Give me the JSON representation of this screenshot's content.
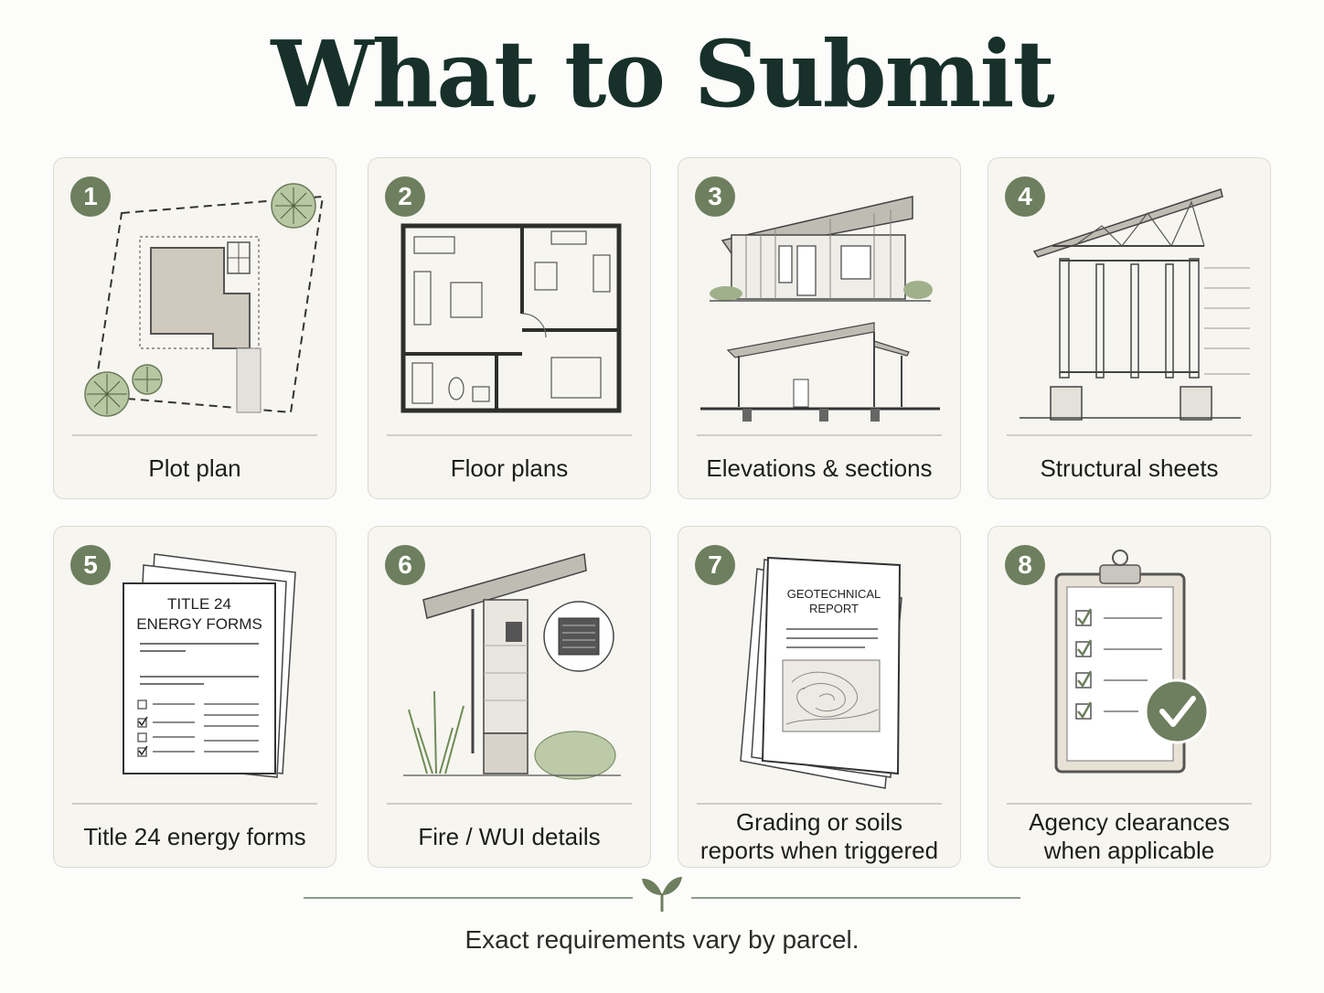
{
  "page": {
    "title": "What to Submit"
  },
  "cards": [
    {
      "number": "1",
      "label": "Plot plan",
      "icon": "plot-plan-icon"
    },
    {
      "number": "2",
      "label": "Floor plans",
      "icon": "floor-plan-icon"
    },
    {
      "number": "3",
      "label": "Elevations & sections",
      "icon": "elevation-section-icon"
    },
    {
      "number": "4",
      "label": "Structural sheets",
      "icon": "structural-framing-icon"
    },
    {
      "number": "5",
      "label": "Title 24 energy forms",
      "icon": "energy-forms-icon",
      "doc_title_line1": "TITLE 24",
      "doc_title_line2": "ENERGY FORMS"
    },
    {
      "number": "6",
      "label": "Fire / WUI details",
      "icon": "fire-vent-icon"
    },
    {
      "number": "7",
      "label": "Grading or soils\nreports when triggered",
      "icon": "geotechnical-report-icon",
      "doc_title_line1": "GEOTECHNICAL",
      "doc_title_line2": "REPORT"
    },
    {
      "number": "8",
      "label": "Agency clearances\nwhen applicable",
      "icon": "clipboard-check-icon"
    }
  ],
  "footer": {
    "note": "Exact requirements vary by parcel.",
    "icon": "sprout-icon"
  },
  "colors": {
    "badge": "#6d7f5e",
    "title": "#17302a",
    "card_bg": "#f6f5f0",
    "accent_green": "#7c8f6c"
  }
}
